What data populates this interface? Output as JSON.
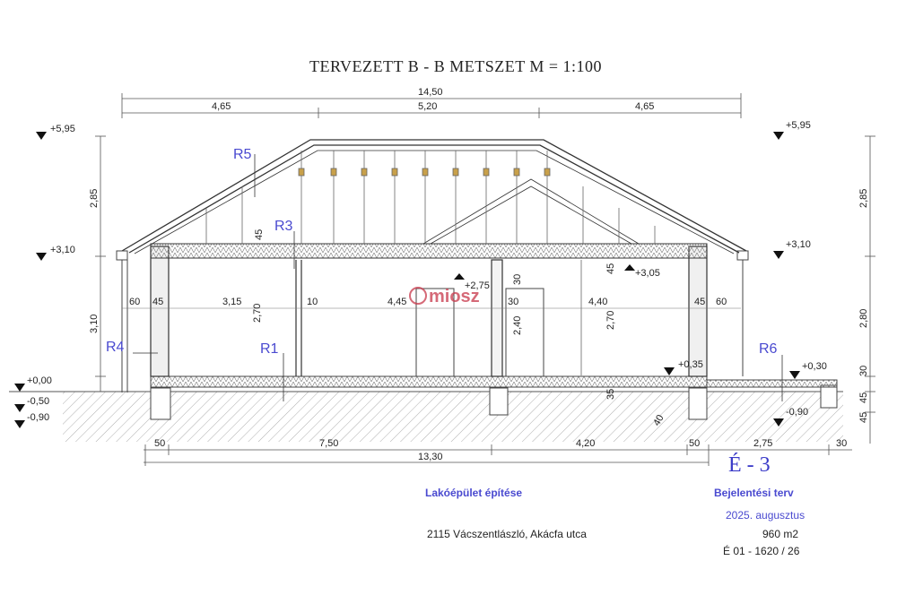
{
  "title": "TERVEZETT B - B METSZET  M = 1:100",
  "top_dims": {
    "overall": "14,50",
    "left": "4,65",
    "middle": "5,20",
    "right": "4,65"
  },
  "levels_left": {
    "ridge": "+5,95",
    "eave": "+3,10",
    "floor": "+0,00",
    "minus_050": "-0,50",
    "minus_090": "-0,90"
  },
  "levels_right": {
    "ridge": "+5,95",
    "eave": "+3,10",
    "terrace": "+0,30",
    "minus_090": "-0,90"
  },
  "levels_inner": {
    "ceiling": "+2,75",
    "ceiling_right": "+3,05",
    "step": "+0,35"
  },
  "left_vertical_dims": {
    "roof": "2,85",
    "walls": "3,10"
  },
  "right_vertical_dims": {
    "roof": "2,85",
    "walls": "2,80",
    "d30": "30",
    "d45": "45",
    "d45b": "45"
  },
  "inner_dims": {
    "d60_left": "60",
    "d45_left": "45",
    "d315": "3,15",
    "d10": "10",
    "d445": "4,45",
    "d30_mid": "30",
    "d440": "4,40",
    "d45_right": "45",
    "d60_right": "60",
    "h270_left": "2,70",
    "h270_right": "2,70",
    "h240": "2,40",
    "h45_roof": "45",
    "h45_right": "45",
    "h30_col": "30",
    "h35": "35",
    "h40": "40"
  },
  "section_markers": [
    "R1",
    "R3",
    "R4",
    "R5",
    "R6"
  ],
  "bottom_dims": {
    "d50_left": "50",
    "d750": "7,50",
    "d420": "4,20",
    "d50_right": "50",
    "d275": "2,75",
    "d30": "30",
    "overall": "13,30"
  },
  "sheet_code": "É - 3",
  "title_block": {
    "project": "Lakóépület építése",
    "plan_type": "Bejelentési terv",
    "date": "2025. augusztus",
    "address": "2115 Vácszentlászló, Akácfa utca",
    "area": "960 m2",
    "permit": "É 01 - 1620 / 26"
  },
  "watermark": "miosz",
  "colors": {
    "line": "#333333",
    "marker": "#4a4ad0",
    "watermark": "#c8374a"
  }
}
